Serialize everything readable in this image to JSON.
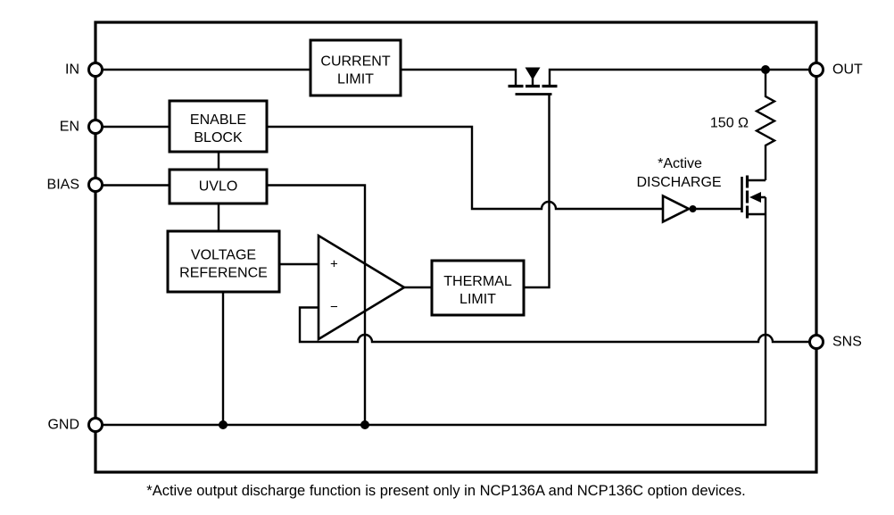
{
  "figure": {
    "type": "block-diagram",
    "description_footnote": "*Active output discharge function is present only in NCP136A and NCP136C option devices."
  },
  "colors": {
    "wire": "#000000",
    "background": "#ffffff"
  },
  "pins": {
    "in": {
      "label": "IN"
    },
    "en": {
      "label": "EN"
    },
    "bias": {
      "label": "BIAS"
    },
    "gnd": {
      "label": "GND"
    },
    "out": {
      "label": "OUT"
    },
    "sns": {
      "label": "SNS"
    }
  },
  "blocks": {
    "current_limit": {
      "line1": "CURRENT",
      "line2": "LIMIT"
    },
    "enable_block": {
      "line1": "ENABLE",
      "line2": "BLOCK"
    },
    "uvlo": {
      "line1": "UVLO"
    },
    "voltage_reference": {
      "line1": "VOLTAGE",
      "line2": "REFERENCE"
    },
    "thermal_limit": {
      "line1": "THERMAL",
      "line2": "LIMIT"
    }
  },
  "opamp": {
    "non_inverting_label": "+",
    "inverting_label": "−"
  },
  "components": {
    "resistor_label": "150 Ω",
    "active_discharge_line1": "*Active",
    "active_discharge_line2": "DISCHARGE"
  }
}
